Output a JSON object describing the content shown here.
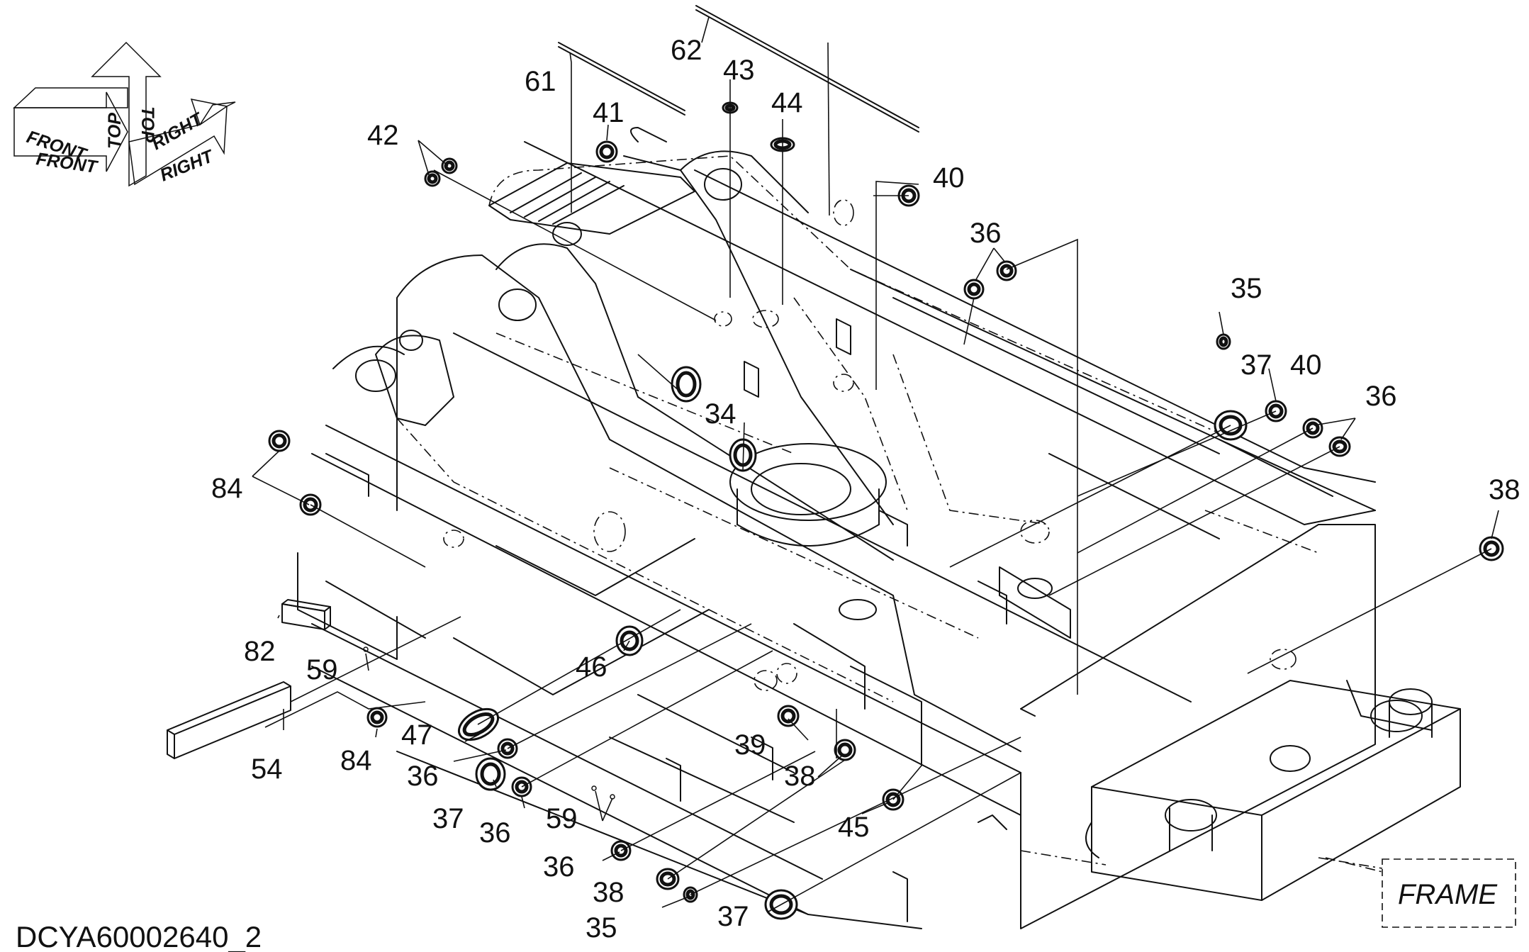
{
  "caption": "DCYA60002640_2",
  "frame_label": "FRAME",
  "orientation": {
    "front_upper": "FRONT",
    "front_lower": "FRONT",
    "top_inner": "TOP",
    "top_outer": "TOP",
    "right_upper": "RIGHT",
    "right_lower": "RIGHT"
  },
  "callouts": {
    "c34": "34",
    "c35_top": "35",
    "c35_bottom": "35",
    "c36_upper": "36",
    "c36_right": "36",
    "c36_left": "36",
    "c36_mid": "36",
    "c36_bottom": "36",
    "c37_right": "37",
    "c37_left": "37",
    "c37_bottom": "37",
    "c38_right": "38",
    "c38_mid": "38",
    "c38_bottom": "38",
    "c39": "39",
    "c40_top": "40",
    "c40_right": "40",
    "c41": "41",
    "c42": "42",
    "c43": "43",
    "c44": "44",
    "c45": "45",
    "c46": "46",
    "c47": "47",
    "c54": "54",
    "c59_left": "59",
    "c59_bottom": "59",
    "c61": "61",
    "c62": "62",
    "c82": "82",
    "c84_top": "84",
    "c84_bottom": "84"
  }
}
